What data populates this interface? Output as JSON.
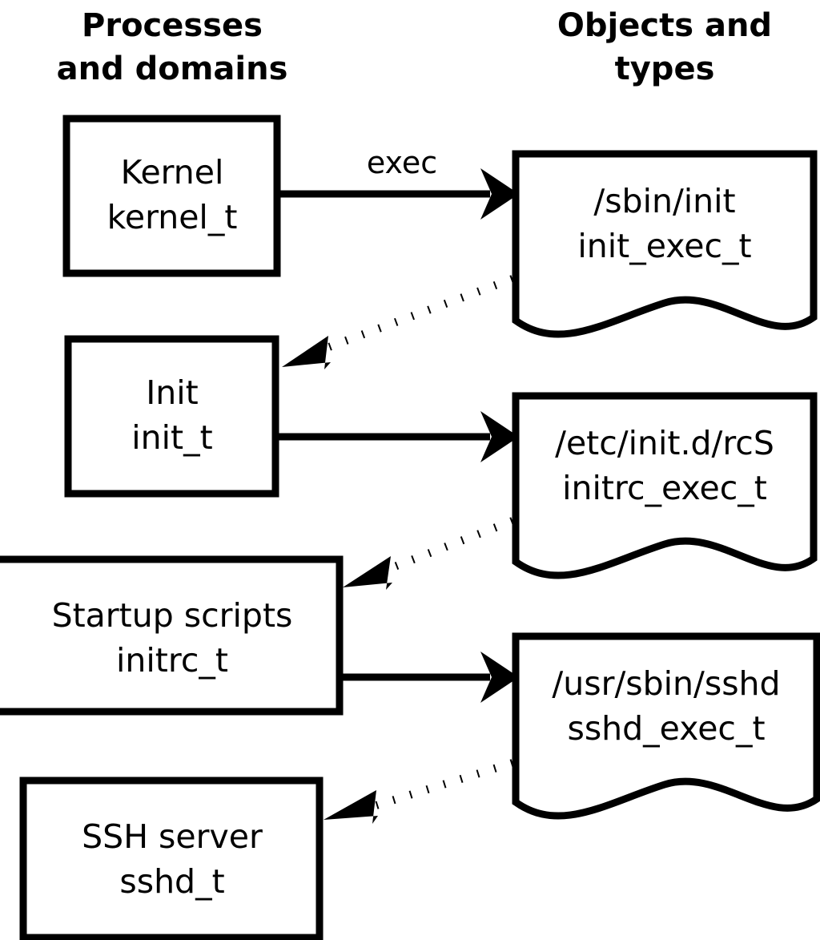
{
  "diagram": {
    "title_left": "Processes\nand domains",
    "title_left_line1": "Processes",
    "title_left_line2": "and domains",
    "title_right_line1": "Objects and",
    "title_right_line2": "types",
    "background_color": "#ffffff",
    "stroke_color": "#000000"
  },
  "processes": [
    {
      "name": "Kernel",
      "type": "kernel_t"
    },
    {
      "name": "Init",
      "type": "init_t"
    },
    {
      "name": "Startup scripts",
      "type": "initrc_t"
    },
    {
      "name": "SSH server",
      "type": "sshd_t"
    }
  ],
  "objects": [
    {
      "path": "/sbin/init",
      "type": "init_exec_t"
    },
    {
      "path": "/etc/init.d/rcS",
      "type": "initrc_exec_t"
    },
    {
      "path": "/usr/sbin/sshd",
      "type": "sshd_exec_t"
    }
  ],
  "edges": {
    "exec_label": "exec",
    "solid": [
      {
        "from": "Kernel",
        "to": "/sbin/init",
        "label": "exec",
        "style": "solid"
      },
      {
        "from": "Init",
        "to": "/etc/init.d/rcS",
        "label": "",
        "style": "solid"
      },
      {
        "from": "Startup scripts",
        "to": "/usr/sbin/sshd",
        "label": "",
        "style": "solid"
      }
    ],
    "dotted": [
      {
        "from": "/sbin/init",
        "to": "Init",
        "label": "",
        "style": "dotted"
      },
      {
        "from": "/etc/init.d/rcS",
        "to": "Startup scripts",
        "label": "",
        "style": "dotted"
      },
      {
        "from": "/usr/sbin/sshd",
        "to": "SSH server",
        "label": "",
        "style": "dotted"
      }
    ]
  }
}
